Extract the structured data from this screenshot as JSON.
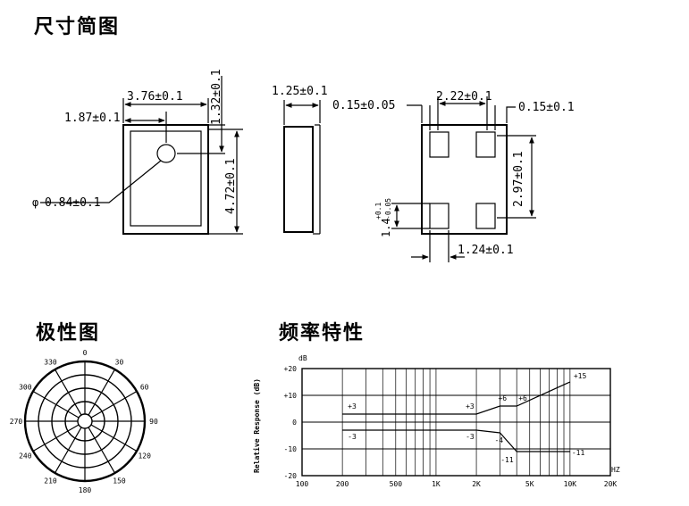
{
  "sections": {
    "dimensions_title": "尺寸简图",
    "polar_title": "极性图",
    "frequency_title": "频率特性"
  },
  "dimensions": {
    "width": "3.76±0.1",
    "offset": "1.87±0.1",
    "hole_offset": "1.32±0.1",
    "height": "4.72±0.1",
    "hole_diameter": "0.84±0.1",
    "hole_symbol": "φ",
    "thickness": "1.25±0.1",
    "pad_spacing": "2.22±0.1",
    "left_gap": "0.15±0.05",
    "right_gap": "0.15±0.1",
    "pad_height": "2.97±0.1",
    "pad_width": "1.24±0.1",
    "pad_length_main": "1.4",
    "pad_length_plus": "+0.1",
    "pad_length_minus": "-0.05"
  },
  "polar": {
    "angle_labels": [
      "0",
      "30",
      "60",
      "90",
      "120",
      "150",
      "180",
      "210",
      "240",
      "270",
      "300",
      "330"
    ]
  },
  "frequency_chart": {
    "y_unit": "dB",
    "x_unit": "HZ",
    "y_axis_label": "Relative Response (dB)",
    "y_ticks": [
      "+20",
      "+10",
      "0",
      "-10",
      "-20"
    ],
    "x_ticks": [
      "100",
      "200",
      "500",
      "1K",
      "2K",
      "5K",
      "10K",
      "20K"
    ],
    "upper_labels": [
      "+3",
      "+3",
      "+6",
      "+6",
      "+15"
    ],
    "lower_labels": [
      "-3",
      "-3",
      "-4",
      "-11",
      "-11"
    ]
  },
  "chart_data": {
    "type": "line",
    "title": "",
    "xlabel": "HZ",
    "ylabel": "Relative Response (dB)",
    "x_scale": "log",
    "xlim": [
      100,
      20000
    ],
    "ylim": [
      -20,
      20
    ],
    "grid": true,
    "series": [
      {
        "x": [
          200,
          2000,
          3000,
          4000,
          10000
        ],
        "y": [
          3,
          3,
          6,
          6,
          15
        ]
      },
      {
        "x": [
          200,
          2000,
          3000,
          4000,
          10000
        ],
        "y": [
          -3,
          -3,
          -4,
          -11,
          -11
        ]
      }
    ]
  }
}
